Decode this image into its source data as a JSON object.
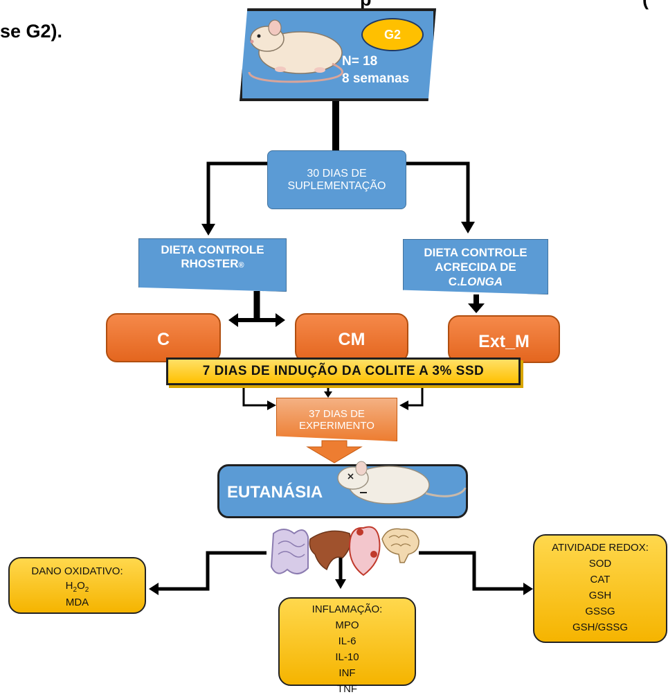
{
  "header": {
    "top_fragment": "p",
    "left_fragment": "se G2).",
    "right_fragment": "("
  },
  "group": {
    "badge": "G2",
    "n": "N= 18",
    "age": "8 semanas"
  },
  "supplementation": "30 DIAS DE SUPLEMENTAÇÃO",
  "diets": {
    "left": {
      "line1": "DIETA CONTROLE",
      "line2": "RHOSTER",
      "mark": "®"
    },
    "right": {
      "line1": "DIETA CONTROLE",
      "line2": "ACRECIDA DE",
      "line3_prefix": "C.",
      "line3_italic": "LONGA"
    }
  },
  "groups": [
    "C",
    "CM",
    "Ext_M"
  ],
  "induction": "7 DIAS DE INDUÇÃO DA COLITE A 3% SSD",
  "experiment": "37 DIAS DE EXPERIMENTO",
  "euthanasia": "EUTANÁSIA",
  "oxidative": {
    "title": "DANO OXIDATIVO:",
    "h2o2": {
      "h": "H",
      "sub1": "2",
      "o": "O",
      "sub2": "2"
    },
    "mda": "MDA"
  },
  "inflammation": {
    "title": "INFLAMAÇÃO:",
    "items": [
      "MPO",
      "IL-6",
      "IL-10",
      "INF",
      "TNF"
    ]
  },
  "redox": {
    "title": "ATIVIDADE REDOX:",
    "items": [
      "SOD",
      "CAT",
      "GSH",
      "GSSG",
      "GSH/GSSG"
    ]
  },
  "icons": [
    "rat-icon",
    "dead-rat-icon",
    "intestine-icon",
    "liver-icon",
    "heart-icon",
    "brain-icon"
  ],
  "colors": {
    "blue": "#5b9bd5",
    "orange": "#ed7d31",
    "gold": "#ffc000",
    "badge_yellow": "#ffc000"
  }
}
